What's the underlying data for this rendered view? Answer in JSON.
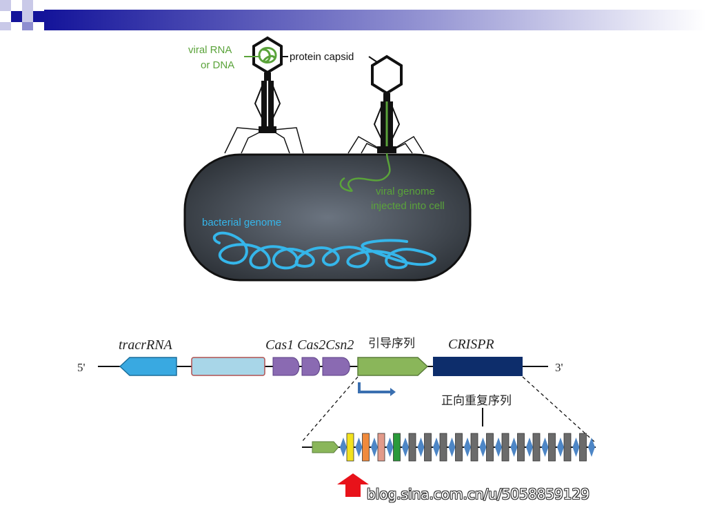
{
  "phage_diagram": {
    "viral_nucleic_acid_label_line1": "viral RNA",
    "viral_nucleic_acid_label_line2": "or DNA",
    "protein_capsid_label": "protein capsid",
    "viral_genome_label_line1": "viral genome",
    "viral_genome_label_line2": "injected into cell",
    "bacterial_genome_label": "bacterial genome"
  },
  "crispr_locus": {
    "five_prime": "5'",
    "three_prime": "3'",
    "tracrrna_label": "tracrRNA",
    "cas_genes_label": "Cas1 Cas2Csn2",
    "leader_label": "引导序列",
    "crispr_label": "CRISPR",
    "direct_repeat_label": "正向重复序列"
  },
  "watermark": "blog.sina.com.cn/u/5058859129",
  "colors": {
    "banner_dark": "#13139a",
    "banner_light": "#ffffff",
    "viral_green": "#5aa33a",
    "bacterial_blue": "#35b6ea",
    "cell_dark": "#3a3f47",
    "tracr_blue": "#39a9e1",
    "cas9_lightblue": "#a8d6e8",
    "cas_purple": "#8a6ab2",
    "leader_green": "#8ab65a",
    "crispr_navy": "#0d2d6b",
    "repeat_blue": "#4d86c6",
    "spacer_gray": "#6b6b6b",
    "arrow_red": "#e8121a"
  }
}
